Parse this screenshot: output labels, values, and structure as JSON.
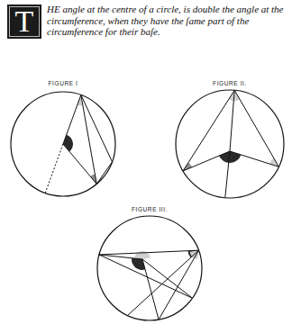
{
  "diagram": {
    "labels": [
      "T",
      "HE angle at the centre of a circle, is double the angle at the circumference, when they have the ſame part of the circumference for their baſe.",
      "FIGURE I",
      "FIGURE II.",
      "FIGURE III."
    ]
  }
}
